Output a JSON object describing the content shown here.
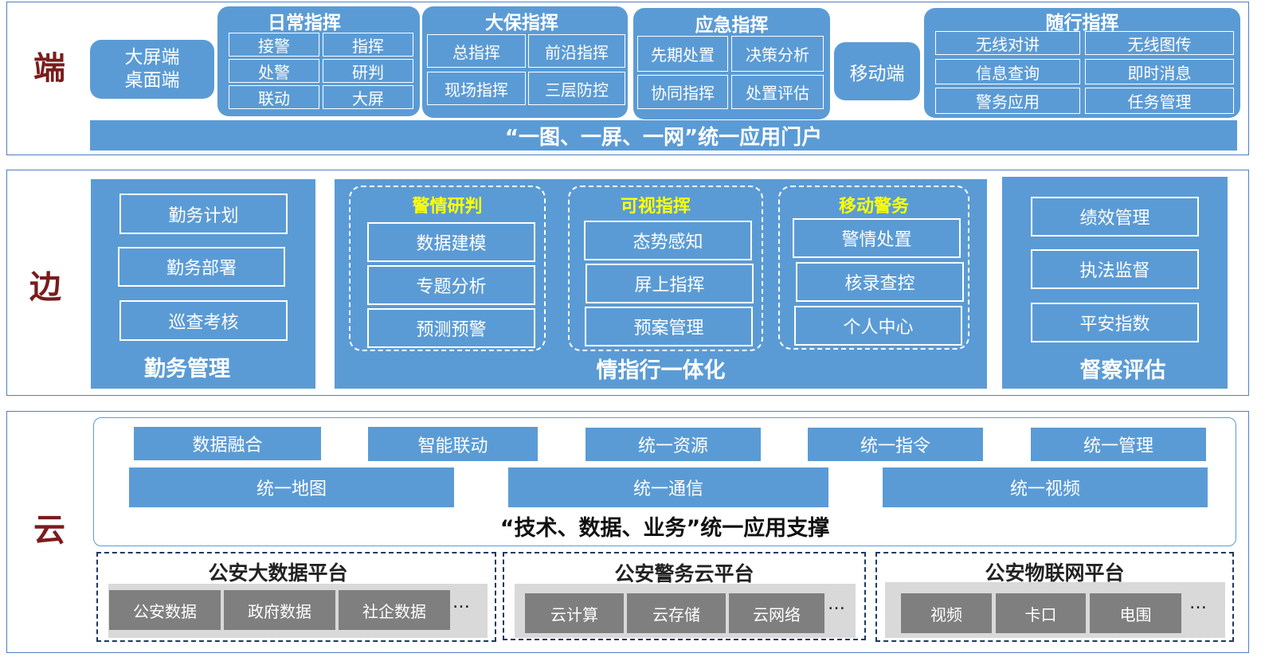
{
  "tiers": {
    "duan": "端",
    "bian": "边",
    "yun": "云"
  },
  "duan": {
    "screen_block": [
      "大屏端",
      "桌面端"
    ],
    "daily": {
      "title": "日常指挥",
      "items": [
        "接警",
        "指挥",
        "处警",
        "研判",
        "联动",
        "大屏"
      ]
    },
    "dabao": {
      "title": "大保指挥",
      "items": [
        "总指挥",
        "前沿指挥",
        "现场指挥",
        "三层防控"
      ]
    },
    "emergency": {
      "title": "应急指挥",
      "items": [
        "先期处置",
        "决策分析",
        "协同指挥",
        "处置评估"
      ]
    },
    "mobile": "移动端",
    "suixing": {
      "title": "随行指挥",
      "items": [
        "无线对讲",
        "无线图传",
        "信息查询",
        "即时消息",
        "警务应用",
        "任务管理"
      ]
    },
    "portal": "“一图、一屏、一网”统一应用门户"
  },
  "bian": {
    "duty": {
      "items": [
        "勤务计划",
        "勤务部署",
        "巡查考核"
      ],
      "title": "勤务管理"
    },
    "integration": {
      "title": "情指行一体化",
      "groups": [
        {
          "title": "警情研判",
          "items": [
            "数据建模",
            "专题分析",
            "预测预警"
          ]
        },
        {
          "title": "可视指挥",
          "items": [
            "态势感知",
            "屏上指挥",
            "预案管理"
          ]
        },
        {
          "title": "移动警务",
          "items": [
            "警情处置",
            "核录查控",
            "个人中心"
          ]
        }
      ]
    },
    "supervision": {
      "items": [
        "绩效管理",
        "执法监督",
        "平安指数"
      ],
      "title": "督察评估"
    }
  },
  "yun": {
    "row1": [
      "数据融合",
      "智能联动",
      "统一资源",
      "统一指令",
      "统一管理"
    ],
    "row2": [
      "统一地图",
      "统一通信",
      "统一视频"
    ],
    "support_caption": "“技术、数据、业务”统一应用支撑",
    "platforms": [
      {
        "title": "公安大数据平台",
        "items": [
          "公安数据",
          "政府数据",
          "社企数据"
        ],
        "more": "…"
      },
      {
        "title": "公安警务云平台",
        "items": [
          "云计算",
          "云存储",
          "云网络"
        ],
        "more": "…"
      },
      {
        "title": "公安物联网平台",
        "items": [
          "视频",
          "卡口",
          "电围"
        ],
        "more": "…"
      }
    ]
  },
  "colors": {
    "block": "#5b9bd5",
    "band_border": "#4f7fc2",
    "tier_label": "#7a1c1c",
    "group_title": "#ffff00",
    "platform_cell": "#7f7f7f"
  }
}
